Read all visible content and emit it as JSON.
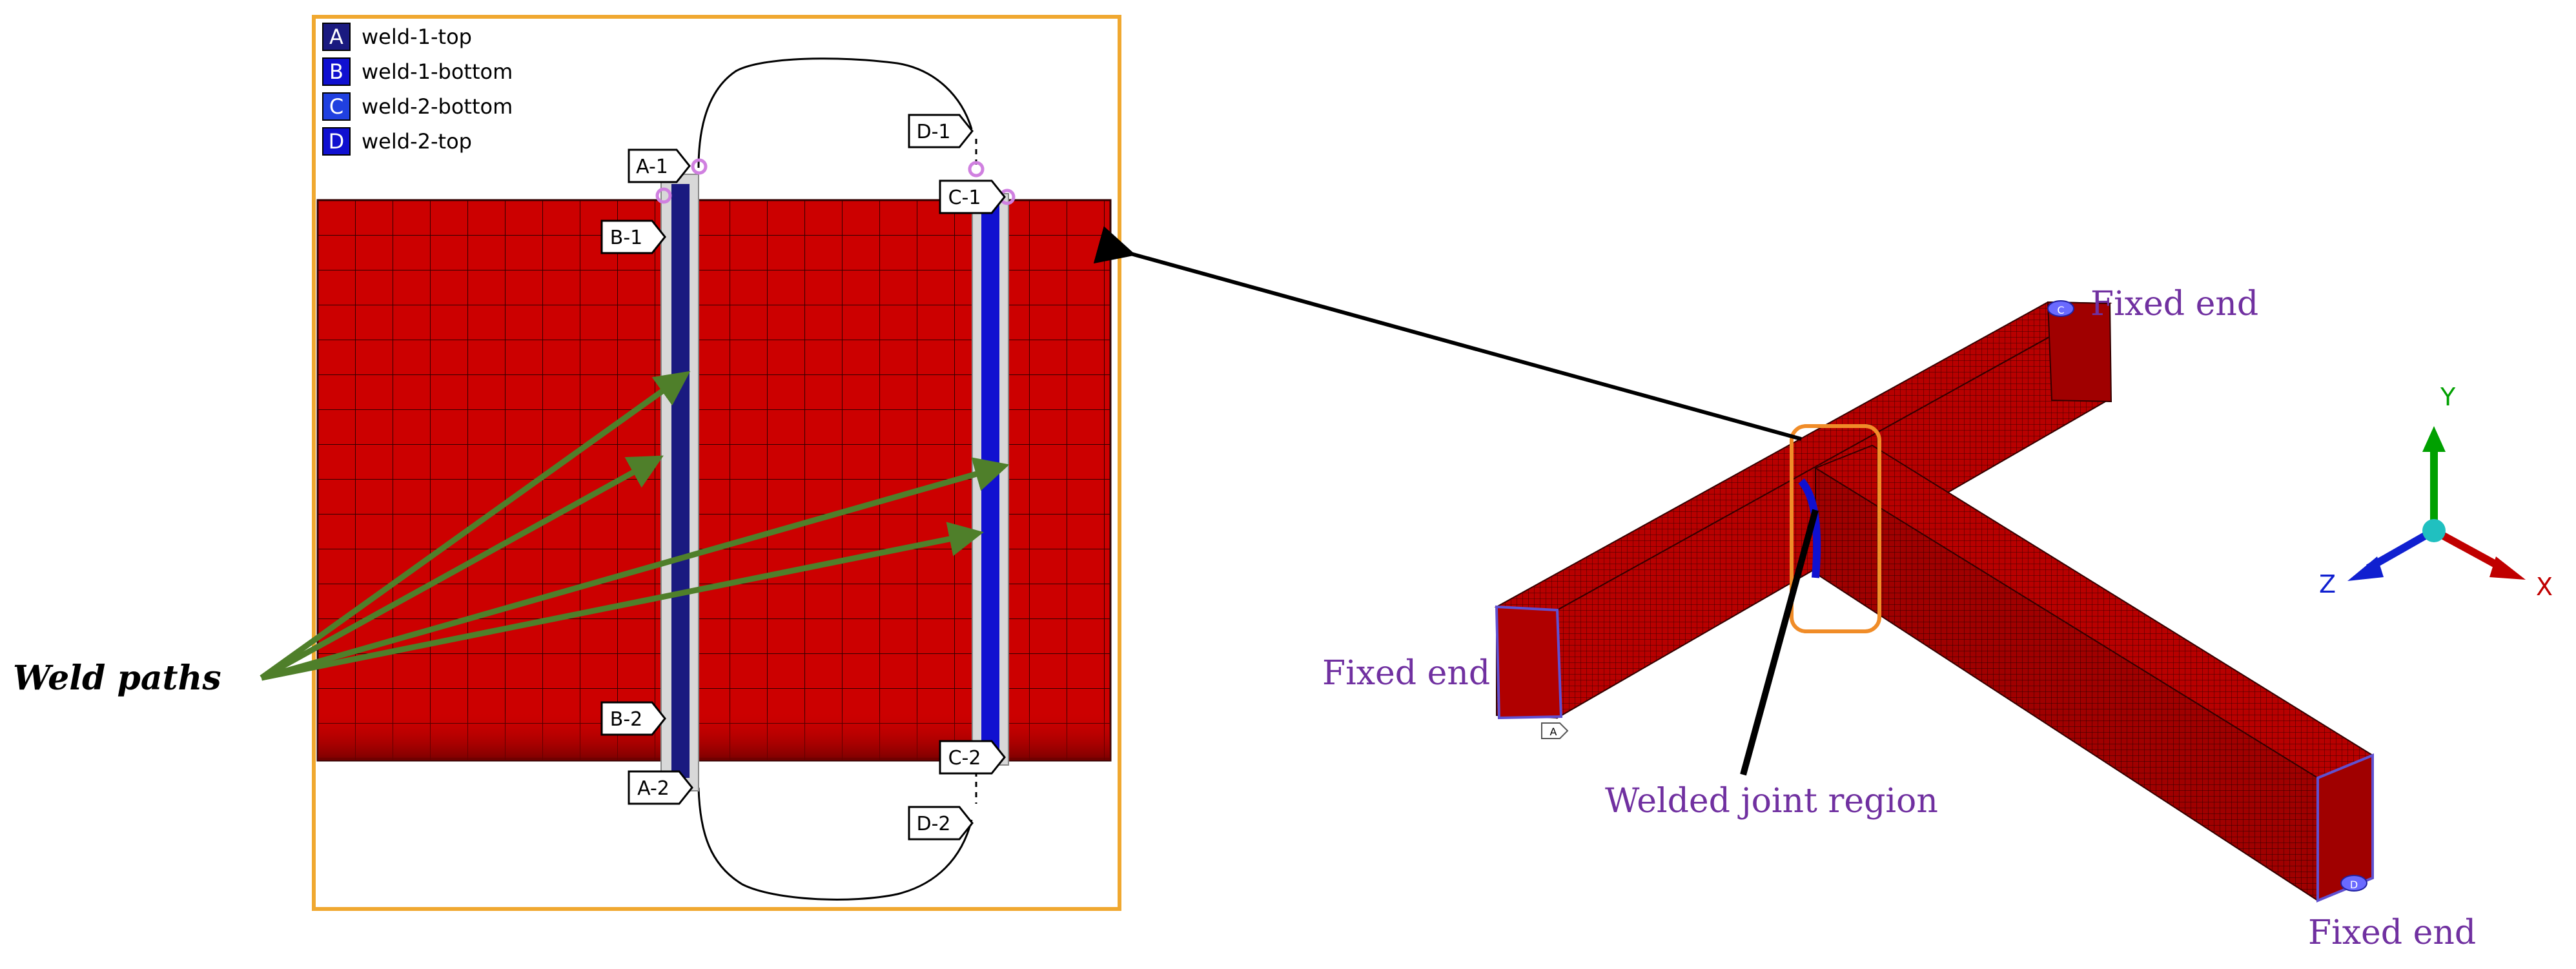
{
  "legend": {
    "items": [
      {
        "key": "A",
        "label": "weld-1-top"
      },
      {
        "key": "B",
        "label": "weld-1-bottom"
      },
      {
        "key": "C",
        "label": "weld-2-bottom"
      },
      {
        "key": "D",
        "label": "weld-2-top"
      }
    ]
  },
  "tags": {
    "a1": "A-1",
    "a2": "A-2",
    "b1": "B-1",
    "b2": "B-2",
    "c1": "C-1",
    "c2": "C-2",
    "d1": "D-1",
    "d2": "D-2"
  },
  "labels": {
    "weld_paths": "Weld paths",
    "fixed_end": "Fixed end",
    "welded_joint_region": "Welded joint region",
    "end_tag_a": "A",
    "end_tag_c": "C",
    "end_tag_d": "D"
  },
  "axes": {
    "x": "X",
    "y": "Y",
    "z": "Z",
    "x_color": "#c00000",
    "y_color": "#00a000",
    "z_color": "#1020d0",
    "origin_color": "#20c0c0"
  },
  "colors": {
    "mesh_red": "#cc0000",
    "mesh_line": "#330000",
    "frame_orange": "#f0a830",
    "region_orange": "#f08c28",
    "weld_dark": "#1a1a80",
    "weld_blue": "#1010d0",
    "label_purple": "#7030a0",
    "arrow_green": "#4f7f2a",
    "marker_pink": "#d080e0"
  }
}
